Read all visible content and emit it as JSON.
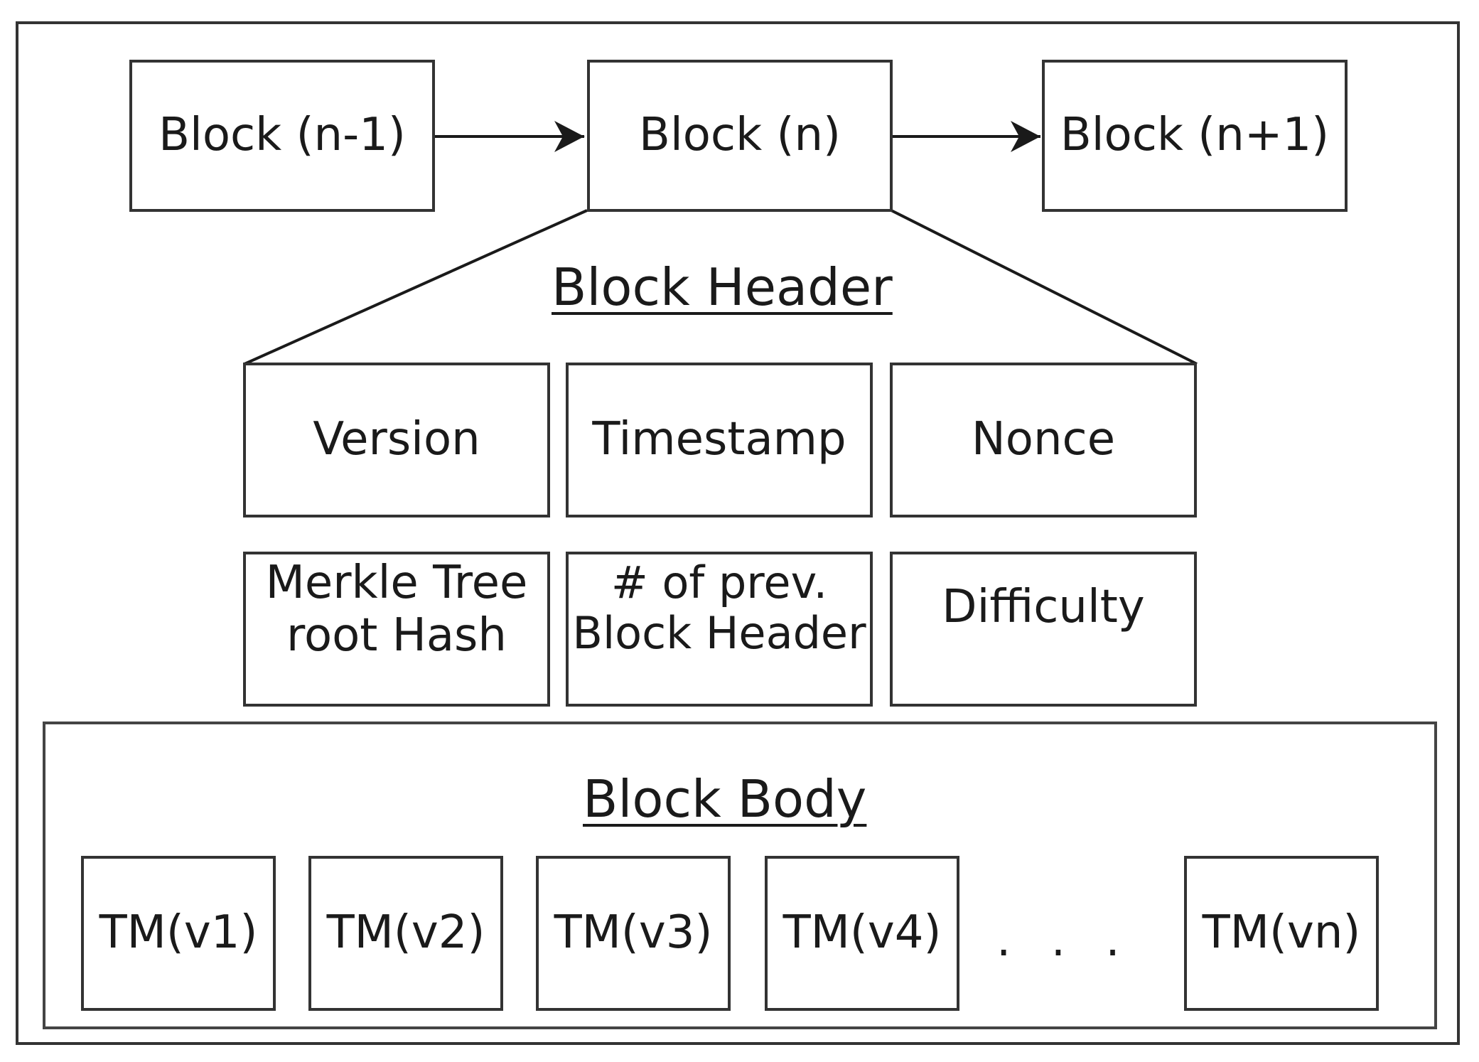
{
  "chain": {
    "prev_block": "Block (n-1)",
    "current_block": "Block (n)",
    "next_block": "Block (n+1)"
  },
  "header": {
    "title": "Block Header",
    "fields": {
      "version": "Version",
      "timestamp": "Timestamp",
      "nonce": "Nonce",
      "merkle_root": "Merkle Tree\nroot Hash",
      "prev_hash": "# of prev.\nBlock Header",
      "difficulty": "Difficulty"
    }
  },
  "body": {
    "title": "Block Body",
    "transactions": [
      "TM(v1)",
      "TM(v2)",
      "TM(v3)",
      "TM(v4)",
      "TM(vn)"
    ],
    "ellipsis": ". . ."
  }
}
